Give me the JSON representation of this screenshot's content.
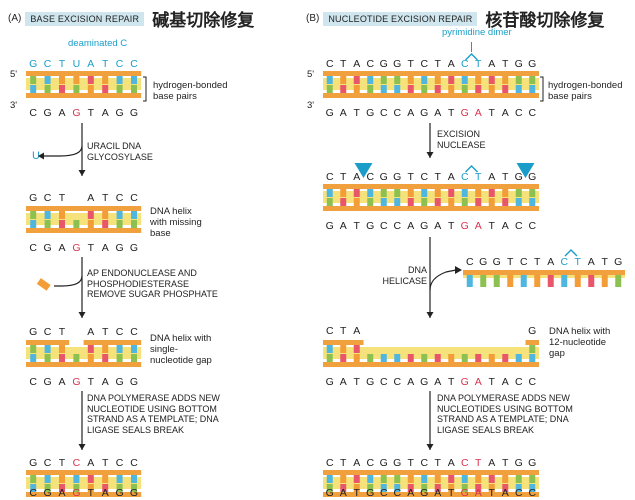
{
  "panel_a": {
    "letter": "(A)",
    "tag": "BASE EXCISION REPAIR",
    "title_zh": "碱基切除修复",
    "deaminated_label": "deaminated C",
    "prime5": "5'",
    "prime3": "3'",
    "hbond_label": "hydrogen-bonded base pairs",
    "removed_base": "U",
    "step1": "URACIL DNA GLYCOSYLASE",
    "helix_missing": "DNA helix with missing base",
    "step2": "AP ENDONUCLEASE AND PHOSPHODIESTERASE REMOVE SUGAR PHOSPHATE",
    "helix_gap": "DNA helix with single-nucleotide gap",
    "step3": "DNA POLYMERASE ADDS NEW NUCLEOTIDE USING BOTTOM STRAND AS A TEMPLATE; DNA LIGASE SEALS BREAK",
    "top_seq_1": [
      "G",
      "C",
      "T",
      "U",
      "A",
      "T",
      "C",
      "C"
    ],
    "bottom_seq": [
      "C",
      "G",
      "A",
      "G",
      "T",
      "A",
      "G",
      "G"
    ],
    "top_seq_2": [
      "G",
      "C",
      "T",
      "",
      "A",
      "T",
      "C",
      "C"
    ],
    "top_seq_4": [
      "G",
      "C",
      "T",
      "C",
      "A",
      "T",
      "C",
      "C"
    ]
  },
  "panel_b": {
    "letter": "(B)",
    "tag": "NUCLEOTIDE EXCISION REPAIR",
    "title_zh": "核苷酸切除修复",
    "dimer_label": "pyrimidine dimer",
    "prime5": "5'",
    "prime3": "3'",
    "hbond_label": "hydrogen-bonded base pairs",
    "step1": "EXCISION NUCLEASE",
    "step2": "DNA HELICASE",
    "helix_gap": "DNA helix with 12-nucleotide gap",
    "step3": "DNA POLYMERASE ADDS NEW NUCLEOTIDES USING BOTTOM STRAND AS A TEMPLATE; DNA LIGASE SEALS BREAK",
    "top_seq": [
      "C",
      "T",
      "A",
      "C",
      "G",
      "G",
      "T",
      "C",
      "T",
      "A",
      "C",
      "T",
      "A",
      "T",
      "G",
      "G"
    ],
    "bottom_seq": [
      "G",
      "A",
      "T",
      "G",
      "C",
      "C",
      "A",
      "G",
      "A",
      "T",
      "G",
      "A",
      "T",
      "A",
      "C",
      "C"
    ],
    "excised_seq": [
      "C",
      "G",
      "G",
      "T",
      "C",
      "T",
      "A",
      "C",
      "T",
      "A",
      "T",
      "G"
    ],
    "gap_left": [
      "C",
      "T",
      "A"
    ],
    "gap_right": [
      "G"
    ]
  },
  "colors": {
    "backbone": "#f0a03c",
    "base_green": "#8cc152",
    "base_blue": "#4fb6e0",
    "base_red": "#e9566a",
    "base_orange": "#f29d38",
    "hbond": "#f5e27a",
    "cyan_text": "#1a9ec9",
    "red_text": "#d9334e",
    "nuclease": "#1a9ec9"
  }
}
